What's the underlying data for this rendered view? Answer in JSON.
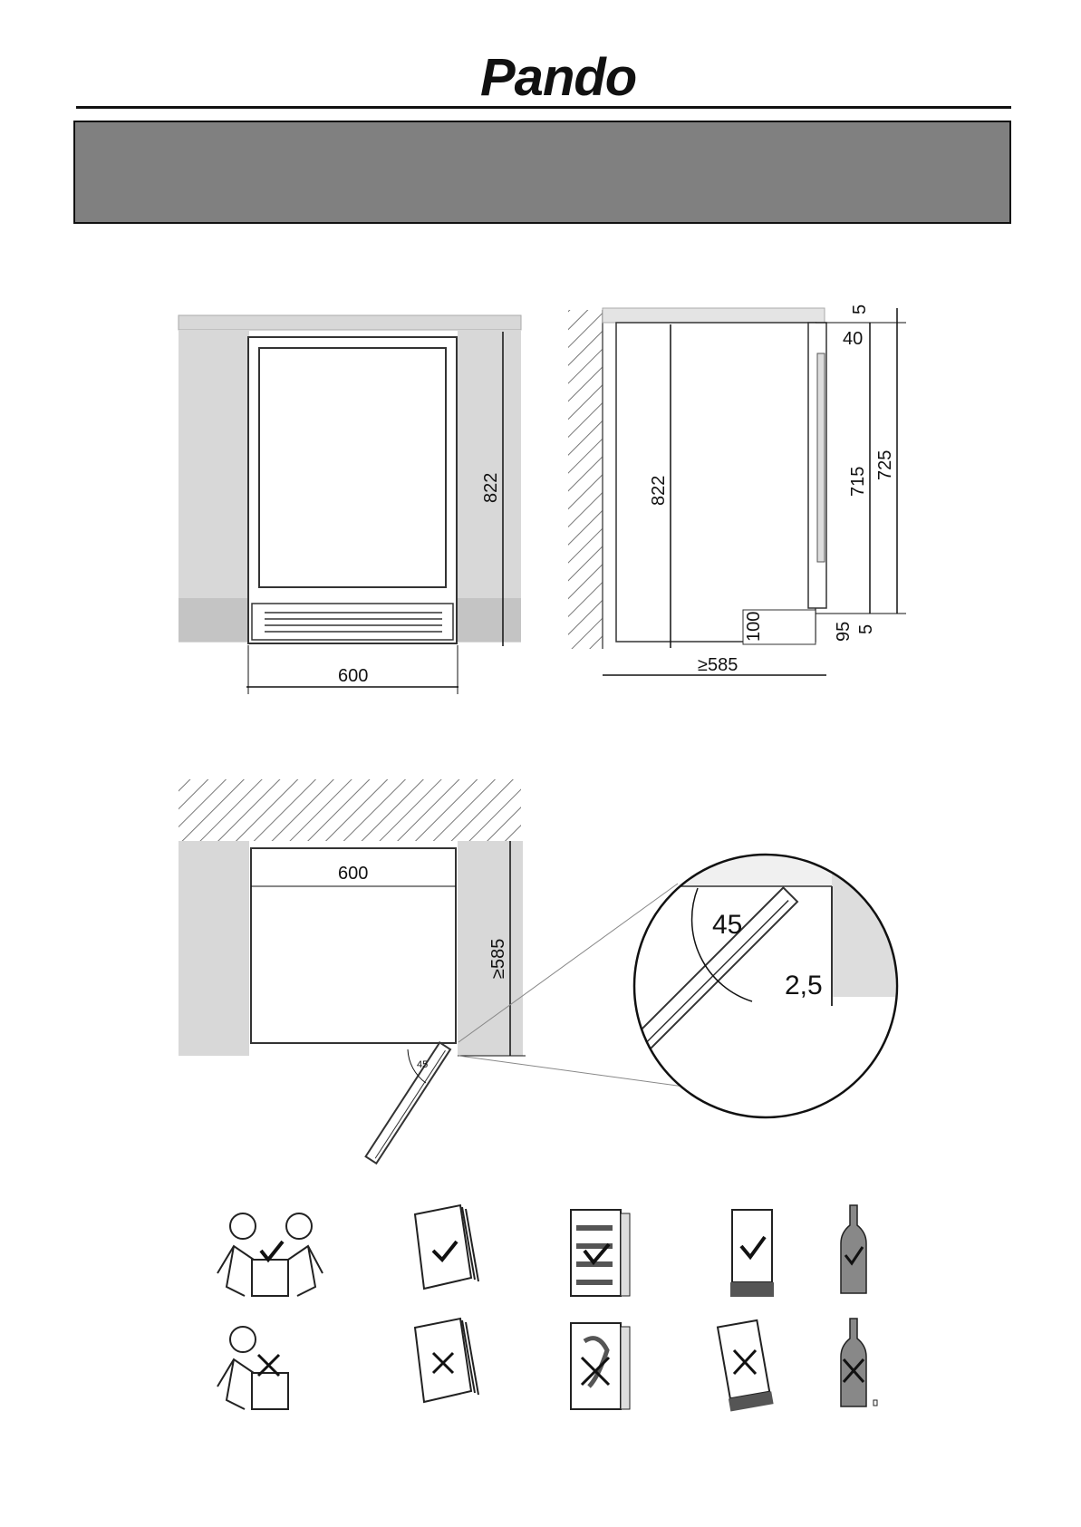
{
  "header": {
    "brand": "Pando"
  },
  "diagrams": {
    "front_view": {
      "height_label": "822",
      "width_label": "600"
    },
    "side_view": {
      "gap_top": "5",
      "door_offset": "40",
      "height_label": "822",
      "inner_height": "715",
      "outer_height": "725",
      "plinth": "100",
      "plinth_gap": "95",
      "gap_bottom": "5",
      "depth_label": "≥585"
    },
    "top_view": {
      "width_label": "600",
      "depth_label": "≥585",
      "door_angle": "45"
    },
    "detail_view": {
      "angle": "45",
      "gap": "2,5"
    }
  },
  "pictograms": {
    "allowed": [
      "two-person-lift-icon",
      "manual-check-icon",
      "shelf-check-icon",
      "upright-appliance-check-icon",
      "bottle-check-icon"
    ],
    "forbidden": [
      "one-person-lift-icon",
      "manual-cross-icon",
      "shelf-cross-icon",
      "tilted-appliance-cross-icon",
      "bottle-cross-icon"
    ]
  }
}
